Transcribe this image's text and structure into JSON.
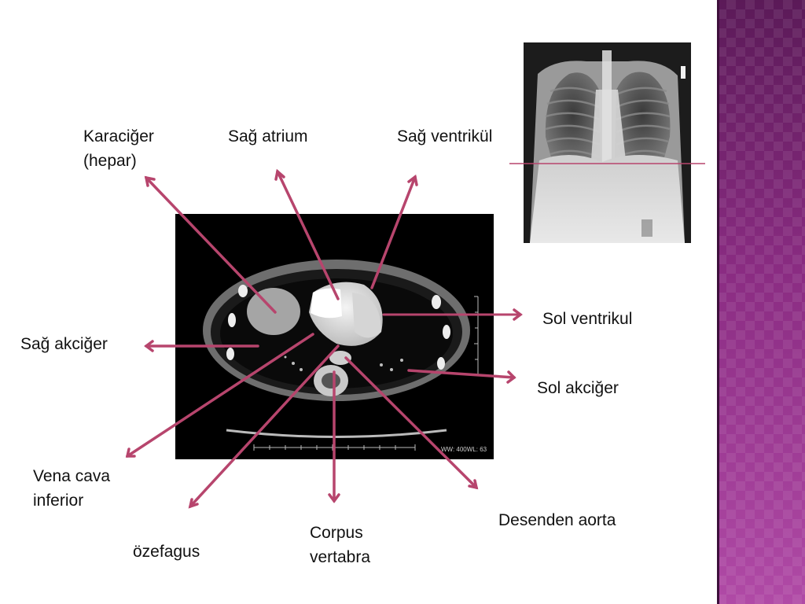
{
  "colors": {
    "arrow": "#b7456d",
    "accent_panel": "#8e2f84"
  },
  "labels": {
    "liver_line1": "Karaciğer",
    "liver_line2": "(hepar)",
    "right_atrium": "Sağ atrium",
    "right_ventricle": "Sağ ventrikül",
    "left_ventricle": "Sol ventrikul",
    "right_lung": "Sağ akciğer",
    "left_lung": "Sol akciğer",
    "vci_line1": "Vena cava",
    "vci_line2": "inferior",
    "esophagus": "özefagus",
    "vertebra_line1": "Corpus",
    "vertebra_line2": "vertabra",
    "desc_aorta": "Desenden aorta"
  },
  "ct": {
    "window_text": "WW: 400WL: 63"
  }
}
